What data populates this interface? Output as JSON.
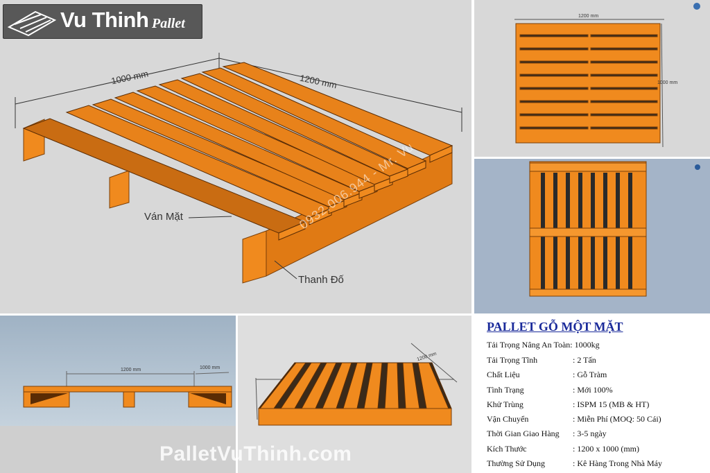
{
  "brand": {
    "name": "Vu Thinh",
    "sub": "Pallet"
  },
  "main_view": {
    "dim_width": "1000 mm",
    "dim_length": "1200 mm",
    "label_deck": "Ván Mặt",
    "label_runner": "Thanh Đố",
    "phone_watermark": "0932.006.944 - Mr. Vu"
  },
  "top_view": {
    "dim_top": "1200 mm",
    "dim_right": "1000 mm"
  },
  "side_view": {
    "dim_length": "1200 mm",
    "dim_width": "1000 mm"
  },
  "persp_view": {
    "dim": "1200 mm"
  },
  "watermark": "PalletVuThinh.com",
  "spec": {
    "title": "PALLET GỖ MỘT MẶT",
    "rows": [
      {
        "key": "Tải Trọng Nâng An Toàn: 1000kg",
        "value": ""
      },
      {
        "key": "Tải Trọng Tĩnh",
        "value": ": 2 Tấn"
      },
      {
        "key": "Chất Liệu",
        "value": ": Gỗ Tràm"
      },
      {
        "key": "Tình Trạng",
        "value": ": Mới 100%"
      },
      {
        "key": "Khử Trùng",
        "value": ": ISPM 15 (MB & HT)"
      },
      {
        "key": "Vận Chuyển",
        "value": ": Miễn Phí (MOQ: 50 Cái)"
      },
      {
        "key": "Thời Gian Giao Hàng",
        "value": ": 3-5 ngày"
      },
      {
        "key": "Kích Thước",
        "value": ": 1200 x 1000 (mm)"
      },
      {
        "key": "Thường Sử Dụng",
        "value": ": Kê Hàng Trong Nhà Máy"
      }
    ]
  },
  "colors": {
    "wood": "#f08a1e",
    "wood_dark": "#b85f0c",
    "wood_top": "#e8821a",
    "title_blue": "#1a2a9a"
  }
}
